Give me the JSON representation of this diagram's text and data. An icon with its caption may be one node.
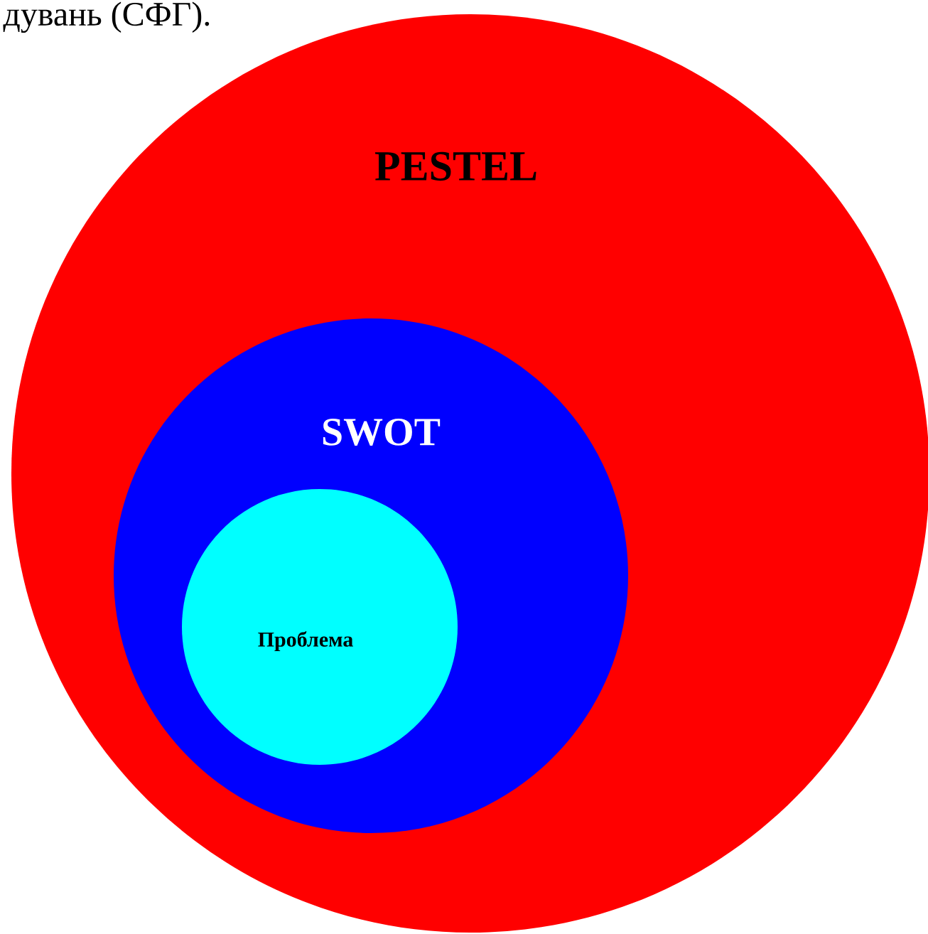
{
  "diagram": {
    "nodes": [
      {
        "text": [
          "PESTEL"
        ]
      },
      {
        "text": [
          "SWOT"
        ],
        "in": 0
      },
      {
        "text": [
          "Проблема"
        ],
        "in": 1
      }
    ],
    "labels": [
      "дувань (СФГ)."
    ]
  }
}
